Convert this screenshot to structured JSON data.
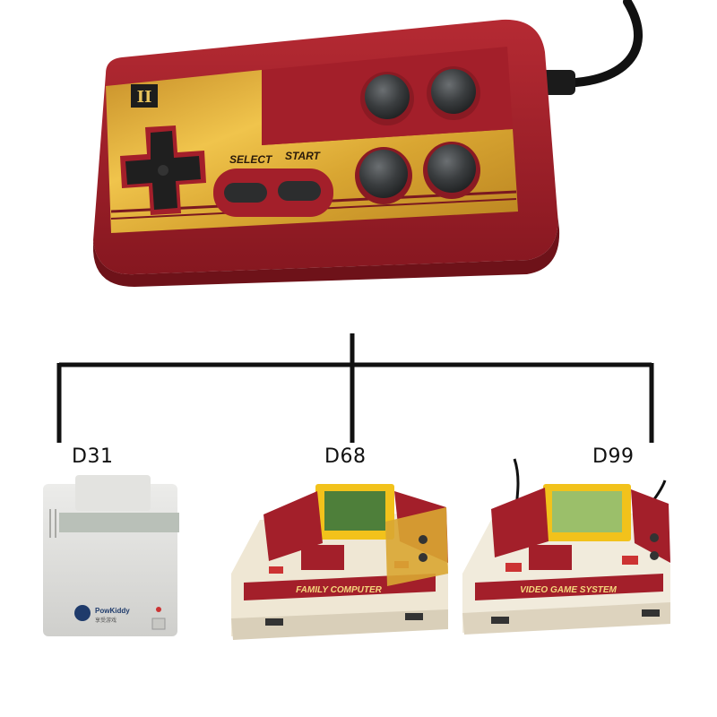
{
  "controller": {
    "player_mark": "II",
    "select_label": "SELECT",
    "start_label": "START"
  },
  "consoles": [
    {
      "model": "D31",
      "brand": "PowKiddy",
      "brand_sub": "享受游戏"
    },
    {
      "model": "D68",
      "badge": "FAMILY COMPUTER"
    },
    {
      "model": "D99",
      "badge": "VIDEO GAME SYSTEM"
    }
  ],
  "colors": {
    "shell_red": "#a31f2a",
    "gold_plate": "#d9a632",
    "cream": "#f1ebdc",
    "button_dark": "#3a3d3f",
    "cartridge_yellow": "#f2c21b"
  }
}
